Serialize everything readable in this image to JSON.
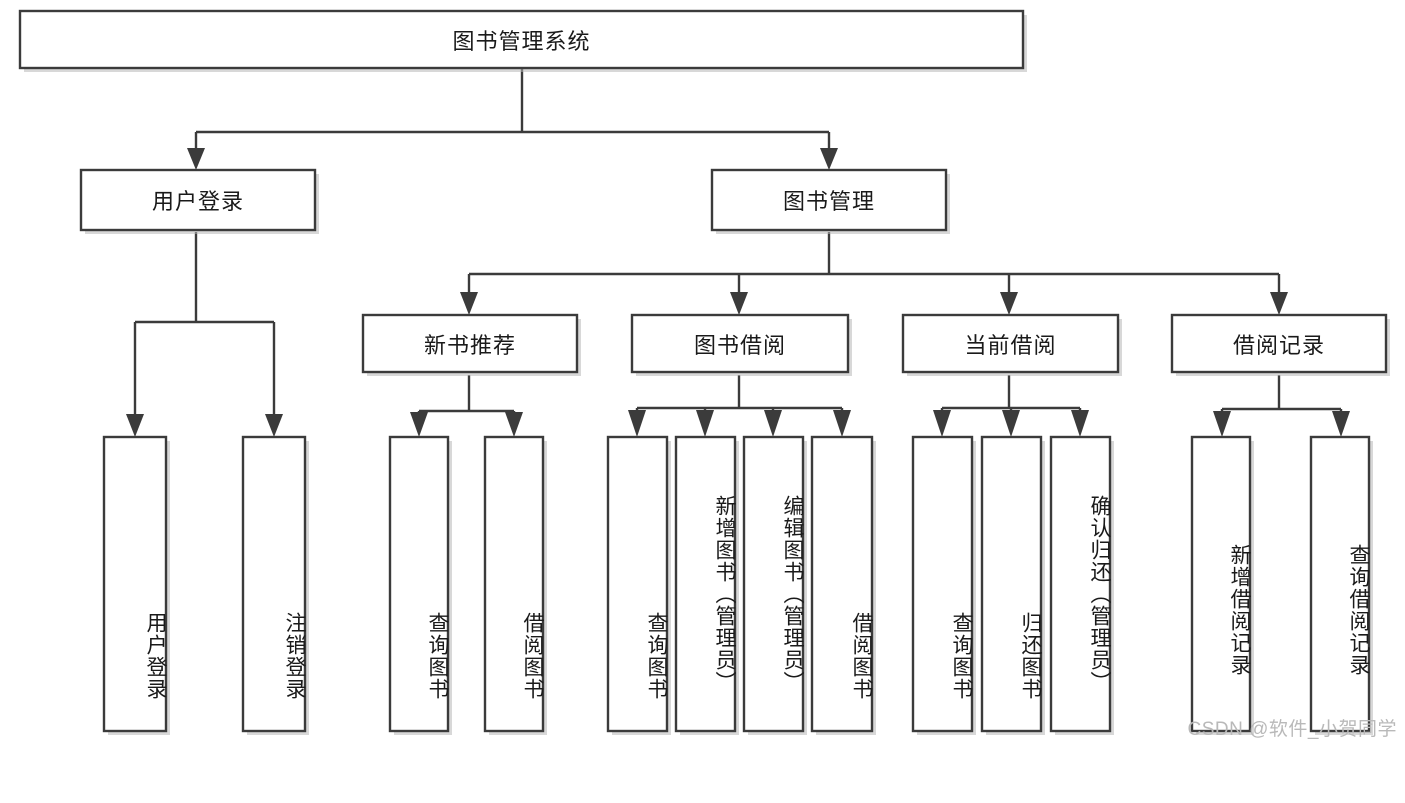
{
  "diagram": {
    "type": "tree-hierarchy",
    "title": "图书管理系统",
    "watermark": "CSDN @软件_小贺同学",
    "colors": {
      "stroke": "#3b3b3b",
      "fill": "#ffffff",
      "text": "#1a1a1a",
      "watermark": "#b9b9b9"
    },
    "levels": {
      "level1": [
        {
          "id": "root",
          "label": "图书管理系统",
          "orientation": "horizontal"
        }
      ],
      "level2": [
        {
          "id": "user-login",
          "label": "用户登录",
          "orientation": "horizontal",
          "parent": "root"
        },
        {
          "id": "book-manage",
          "label": "图书管理",
          "orientation": "horizontal",
          "parent": "root"
        }
      ],
      "level3": [
        {
          "id": "new-book-rec",
          "label": "新书推荐",
          "orientation": "horizontal",
          "parent": "book-manage"
        },
        {
          "id": "book-borrow",
          "label": "图书借阅",
          "orientation": "horizontal",
          "parent": "book-manage"
        },
        {
          "id": "current-borrow",
          "label": "当前借阅",
          "orientation": "horizontal",
          "parent": "book-manage"
        },
        {
          "id": "borrow-record",
          "label": "借阅记录",
          "orientation": "horizontal",
          "parent": "book-manage"
        }
      ],
      "level4": [
        {
          "id": "leaf-user-login",
          "label": "用户登录",
          "orientation": "vertical",
          "parent": "user-login"
        },
        {
          "id": "leaf-user-logout",
          "label": "注销登录",
          "orientation": "vertical",
          "parent": "user-login"
        },
        {
          "id": "leaf-query-book-1",
          "label": "查询图书",
          "orientation": "vertical",
          "parent": "new-book-rec"
        },
        {
          "id": "leaf-borrow-book-1",
          "label": "借阅图书",
          "orientation": "vertical",
          "parent": "new-book-rec"
        },
        {
          "id": "leaf-query-book-2",
          "label": "查询图书",
          "orientation": "vertical",
          "parent": "book-borrow"
        },
        {
          "id": "leaf-add-book",
          "label": "新增图书（管理员）",
          "orientation": "vertical",
          "parent": "book-borrow"
        },
        {
          "id": "leaf-edit-book",
          "label": "编辑图书（管理员）",
          "orientation": "vertical",
          "parent": "book-borrow"
        },
        {
          "id": "leaf-borrow-book-2",
          "label": "借阅图书",
          "orientation": "vertical",
          "parent": "book-borrow"
        },
        {
          "id": "leaf-query-book-3",
          "label": "查询图书",
          "orientation": "vertical",
          "parent": "current-borrow"
        },
        {
          "id": "leaf-return-book",
          "label": "归还图书",
          "orientation": "vertical",
          "parent": "current-borrow"
        },
        {
          "id": "leaf-confirm-return",
          "label": "确认归还（管理员）",
          "orientation": "vertical",
          "parent": "current-borrow"
        },
        {
          "id": "leaf-add-record",
          "label": "新增借阅记录",
          "orientation": "vertical",
          "parent": "borrow-record"
        },
        {
          "id": "leaf-query-record",
          "label": "查询借阅记录",
          "orientation": "vertical",
          "parent": "borrow-record"
        }
      ]
    }
  }
}
